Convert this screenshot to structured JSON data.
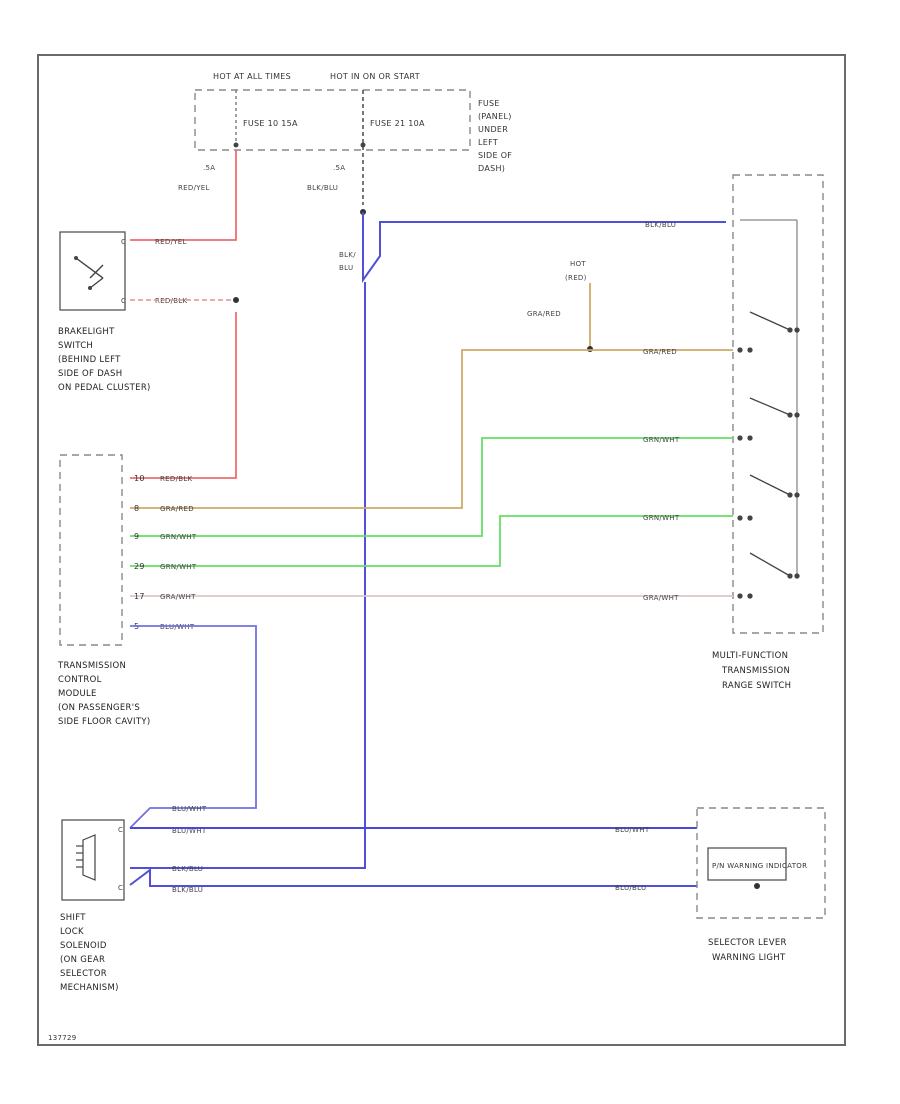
{
  "diagram": {
    "fuses": {
      "hot_run_label": "HOT AT ALL TIMES",
      "hot_on_label": "HOT IN ON OR START",
      "fuse_a_label": "FUSE 10 15A",
      "fuse_b_label": "FUSE 21 10A",
      "fuse_panel_label": [
        "FUSE",
        "(PANEL)",
        "UNDER",
        "LEFT",
        "SIDE OF",
        "DASH)"
      ]
    },
    "wires": {
      "fuse_a_gauge": ".5A",
      "fuse_a_color": "RED/YEL",
      "fuse_b_gauge": ".5A",
      "fuse_b_color": "BLK/BLU",
      "blk_blu_1": "BLK/",
      "blk_blu_2": "BLU",
      "brake_top": "RED/YEL",
      "brake_bottom": "RED/BLK",
      "mf_top": "BLK/BLU",
      "hot_run2_a": "HOT",
      "hot_run2_b": "(RED)",
      "gra_red": "GRA/RED",
      "gra_red_right": "GRA/RED",
      "grn_right": "GRN/WHT",
      "grn_right2": "GRN/WHT",
      "gra_wht_right": "GRA/WHT",
      "tcm_1": "RED/BLK",
      "tcm_2": "GRA/RED",
      "tcm_3": "GRN/WHT",
      "tcm_4": "GRN/WHT",
      "tcm_5": "GRA/WHT",
      "tcm_6": "BLU/WHT",
      "sl_1": "BLU/WHT",
      "sl_2": "BLU/WHT",
      "sl_3": "BLK/BLU",
      "sl_4": "BLK/BLU",
      "ind_1": "BLU/WHT",
      "ind_2": "BLU/BLU"
    },
    "components": {
      "brake_switch": [
        "BRAKELIGHT",
        "SWITCH",
        "(BEHIND LEFT",
        "SIDE OF DASH",
        "ON PEDAL CLUSTER)"
      ],
      "tcm": [
        "TRANSMISSION",
        "CONTROL",
        "MODULE",
        "(ON PASSENGER'S",
        "SIDE FLOOR CAVITY)"
      ],
      "mf_switch": [
        "MULTI-FUNCTION",
        "TRANSMISSION",
        "RANGE SWITCH"
      ],
      "shift_lock": [
        "SHIFT",
        "LOCK",
        "SOLENOID",
        "(ON GEAR",
        "SELECTOR",
        "MECHANISM)"
      ],
      "selector_light": [
        "SELECTOR LEVER",
        "WARNING LIGHT"
      ],
      "indicator_label": "P/N WARNING INDICATOR"
    },
    "footer_code": "137729"
  },
  "colors": {
    "red": "#ee6d6d",
    "orange": "#e9a04e",
    "tan": "#cfa96a",
    "green": "#66dd66",
    "blue": "#4a4ad6",
    "blue_light": "#7070e4",
    "pink": "#e3c6c6",
    "frame": "#666666"
  }
}
